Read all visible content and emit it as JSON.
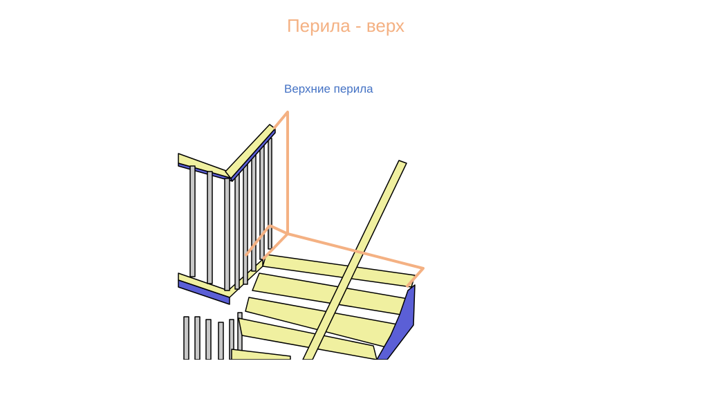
{
  "slide": {
    "title": "Перила - верх",
    "caption": "Верхние перила"
  },
  "colors": {
    "title": "#f4b183",
    "caption": "#4472c4",
    "highlight": "#f4b183",
    "wood": "#f0f0a0",
    "wood_shadow": "#5b5fd6",
    "baluster": "#c8c8c8"
  },
  "icons": [
    "staircase-drawing"
  ]
}
